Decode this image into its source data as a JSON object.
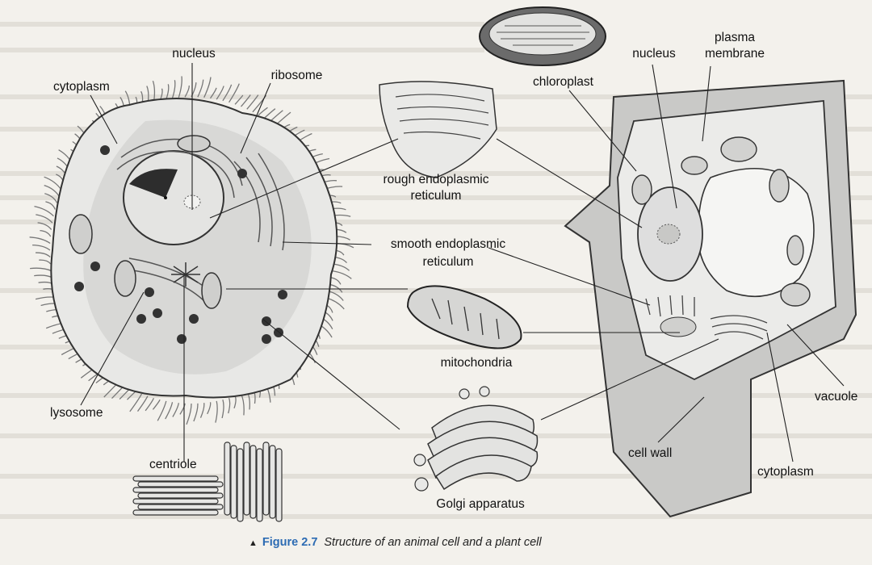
{
  "figure": {
    "number": "Figure 2.7",
    "caption": "Structure of an animal cell and a plant cell"
  },
  "labels": {
    "cytoplasm_animal": "cytoplasm",
    "nucleus_animal": "nucleus",
    "ribosome": "ribosome",
    "lysosome": "lysosome",
    "centriole": "centriole",
    "rough_er_line1": "rough endoplasmic",
    "rough_er_line2": "reticulum",
    "smooth_er_line1": "smooth endoplasmic",
    "smooth_er_line2": "reticulum",
    "mitochondria": "mitochondria",
    "golgi": "Golgi apparatus",
    "chloroplast": "chloroplast",
    "nucleus_plant": "nucleus",
    "plasma_line1": "plasma",
    "plasma_line2": "membrane",
    "vacuole": "vacuole",
    "cell_wall": "cell wall",
    "cytoplasm_plant": "cytoplasm"
  }
}
